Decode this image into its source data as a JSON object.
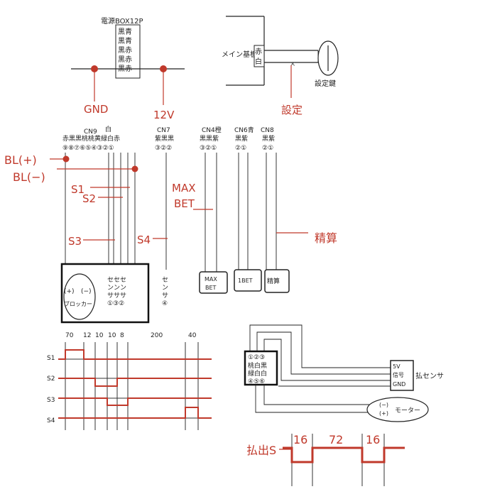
{
  "colors": {
    "wire": "#222222",
    "label_red": "#c0392b",
    "background": "#ffffff"
  },
  "power_box": {
    "title": "電源BOX12P",
    "pins": [
      "黒青",
      "黒青",
      "黒赤",
      "黒赤",
      "黒赤"
    ]
  },
  "main_board": {
    "label": "メイン基板",
    "pins": [
      "赤",
      "白"
    ],
    "key_label": "設定鍵"
  },
  "labels": {
    "gnd": "GND",
    "v12": "12V",
    "settei": "設定",
    "bl_plus": "BL(+)",
    "bl_minus": "BL(−)",
    "s1": "S1",
    "s2": "S2",
    "s3": "S3",
    "s4": "S4",
    "max": "MAX",
    "bet": "BET",
    "seisan": "精算",
    "payout": "払出S"
  },
  "connectors": {
    "cn9": {
      "name": "CN9",
      "top": "白",
      "colors": "赤黒黒桃桃黄緑白赤",
      "pins": "⑨⑧⑦⑥⑤④③②①"
    },
    "cn7": {
      "name": "CN7",
      "colors": "紫黒黒",
      "pins": "③②②"
    },
    "cn4": {
      "name": "CN4橙",
      "colors": "黒黒紫",
      "pins": "③②①"
    },
    "cn6": {
      "name": "CN6青",
      "colors": "黒紫",
      "pins": "②①"
    },
    "cn8": {
      "name": "CN8",
      "colors": "黒紫",
      "pins": "②①"
    }
  },
  "blocker": {
    "plus": "(+)",
    "minus": "(−)",
    "name": "ブロッカー",
    "sensors": [
      "センサ①",
      "センサ③",
      "センサ②"
    ]
  },
  "sensor4": "センサ④",
  "switches": {
    "maxbet_1": "MAX",
    "maxbet_2": "BET",
    "onebet": "1BET",
    "seisan": "精算"
  },
  "timing": {
    "top_values": [
      "70",
      "12",
      "10",
      "10",
      "8",
      "200",
      "40"
    ],
    "rows": [
      "S1",
      "S2",
      "S3",
      "S4"
    ]
  },
  "hopper_conn": {
    "pins": "①②③",
    "row1": "桃白黒",
    "row2": "緑白白",
    "pins2": "④⑤⑥"
  },
  "pay_sensor": {
    "lines": [
      "5V",
      "信号",
      "GND"
    ],
    "name": "払センサ"
  },
  "motor": {
    "minus": "(−)",
    "plus": "(+)",
    "name": "モーター"
  },
  "payout_timing": {
    "values": [
      "16",
      "72",
      "16"
    ]
  }
}
